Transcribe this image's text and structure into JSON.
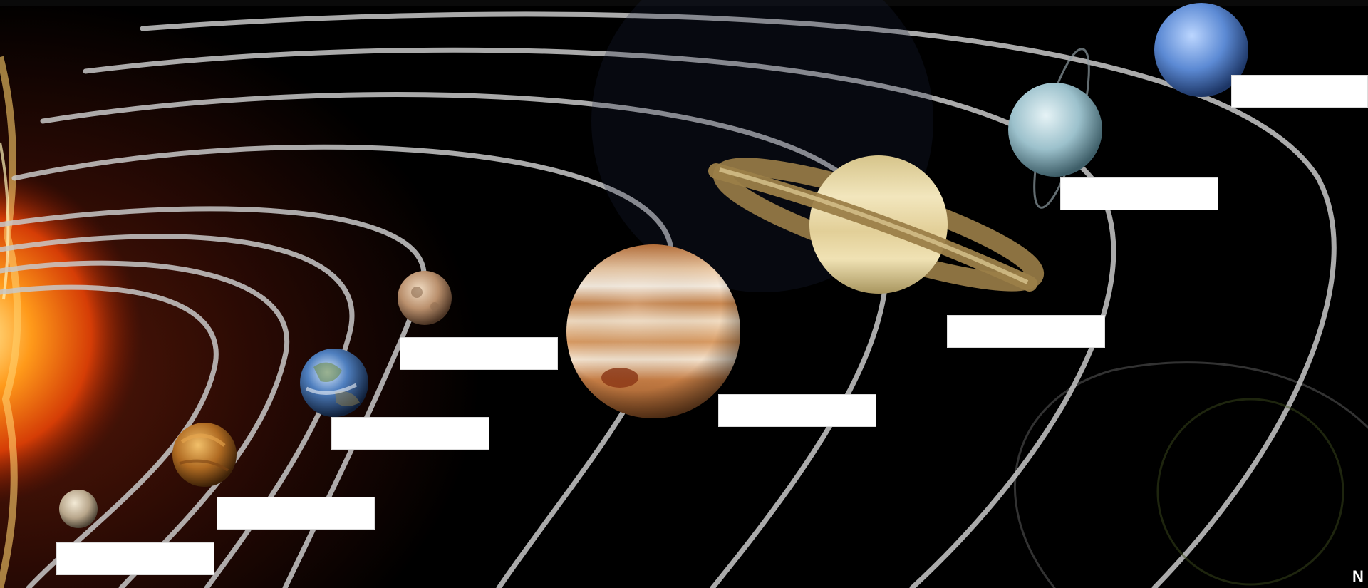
{
  "diagram": {
    "labels": [
      {
        "id": "mercury",
        "text": ""
      },
      {
        "id": "venus",
        "text": ""
      },
      {
        "id": "earth",
        "text": ""
      },
      {
        "id": "mars",
        "text": ""
      },
      {
        "id": "jupiter",
        "text": ""
      },
      {
        "id": "saturn",
        "text": ""
      },
      {
        "id": "uranus",
        "text": ""
      },
      {
        "id": "neptune",
        "text": ""
      }
    ],
    "credit": "N"
  }
}
